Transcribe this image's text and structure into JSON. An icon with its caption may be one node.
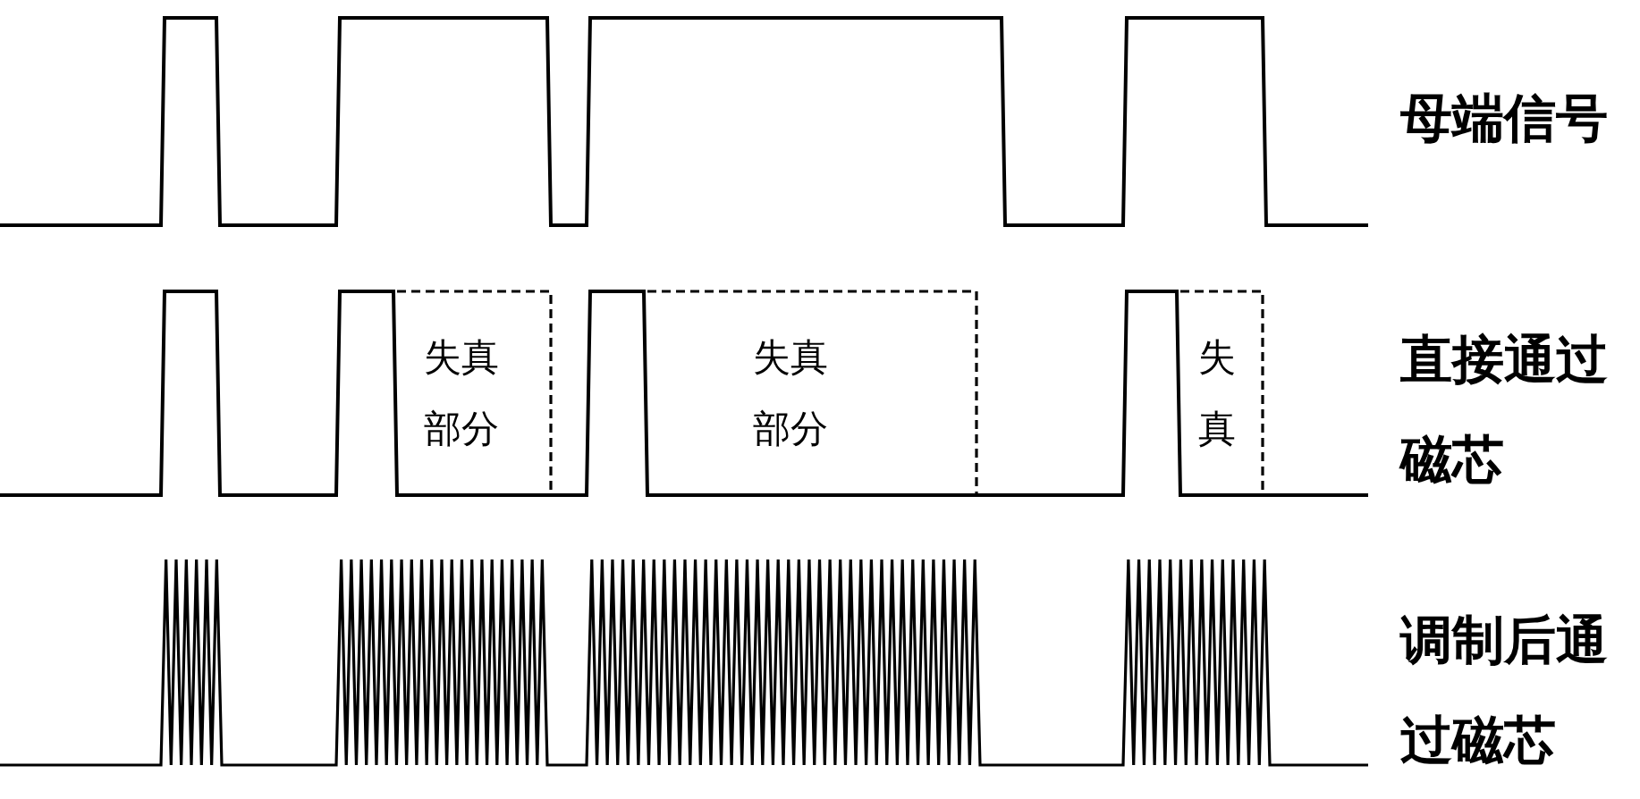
{
  "diagram": {
    "labels": [
      "母端信号",
      "失真部分",
      "失真部分",
      "失真",
      "直接通过磁芯",
      "调制后通过磁芯"
    ]
  }
}
